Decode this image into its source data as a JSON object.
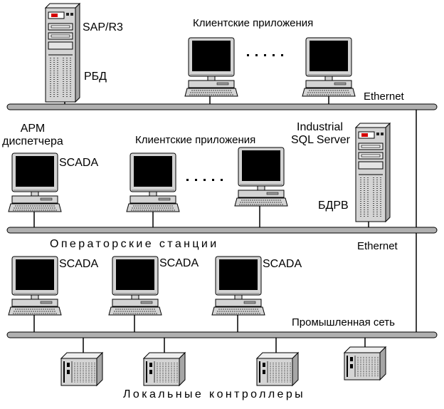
{
  "top": {
    "server_label_1": "SAP/R3",
    "server_label_2": "РБД",
    "clients_label": "Клиентские приложения",
    "network_label": "Ethernet"
  },
  "middle": {
    "arm_label_1": "АРМ",
    "arm_label_2": "диспетчера",
    "scada_label": "SCADA",
    "clients_label": "Клиентские приложения",
    "server_label_1": "Industrial",
    "server_label_2": "SQL Server",
    "server_label_3": "БДРВ",
    "caption": "Операторские станции",
    "network_label": "Ethernet"
  },
  "lower": {
    "station_labels": [
      "SCADA",
      "SCADA",
      "SCADA"
    ],
    "network_label": "Промышленная сеть"
  },
  "bottom": {
    "caption": "Локальные контроллеры"
  },
  "colors": {
    "bus": "#b0b0b0",
    "case": "#d4d4d4",
    "screen": "#000000",
    "line": "#000000"
  }
}
